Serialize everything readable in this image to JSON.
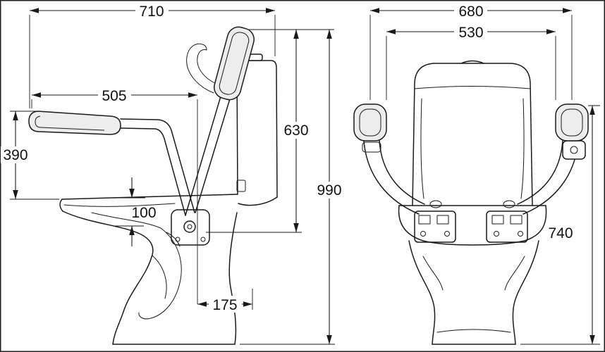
{
  "dimensions": {
    "d710": "710",
    "d505": "505",
    "d390": "390",
    "d100": "100",
    "d175": "175",
    "d630": "630",
    "d990": "990",
    "d680": "680",
    "d530": "530",
    "d740": "740"
  }
}
